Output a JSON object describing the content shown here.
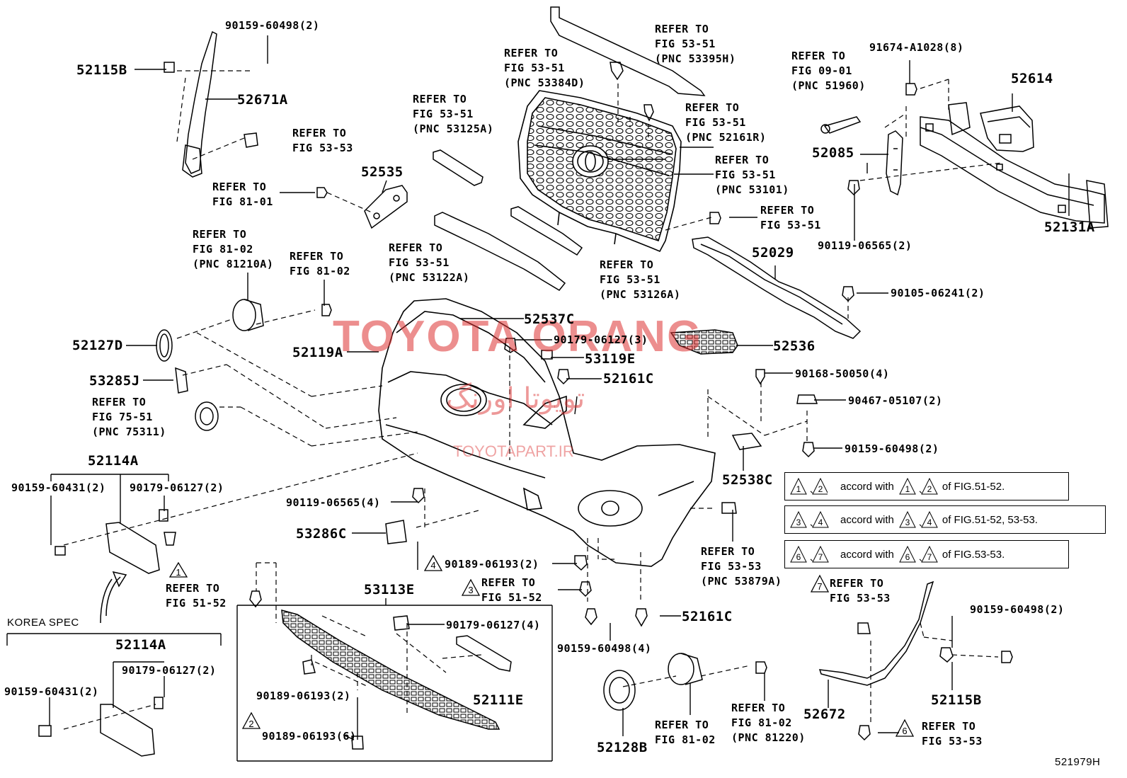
{
  "diagram_id": "521979H",
  "watermark": {
    "brand": "TOYOTA ORANG",
    "persian": "تویوتا اورنگ",
    "site": "TOYOTAPART.IR"
  },
  "labels": {
    "p_90159_60498_2_top": "90159-60498(2)",
    "p_52115B_top": "52115B",
    "p_52671A": "52671A",
    "ref_53_53_a": "REFER TO\nFIG 53-53",
    "p_52535": "52535",
    "ref_81_01": "REFER TO\nFIG 81-01",
    "ref_53395H": "REFER TO\nFIG 53-51\n(PNC 53395H)",
    "ref_53384D": "REFER TO\nFIG 53-51\n(PNC 53384D)",
    "ref_52161R": "REFER TO\nFIG 53-51\n(PNC 52161R)",
    "ref_53125A": "REFER TO\nFIG 53-51\n(PNC 53125A)",
    "ref_53101": "REFER TO\nFIG 53-51\n(PNC 53101)",
    "ref_53_51_b": "REFER TO\nFIG 53-51",
    "ref_53122A": "REFER TO\nFIG 53-51\n(PNC 53122A)",
    "ref_53126A": "REFER TO\nFIG 53-51\n(PNC 53126A)",
    "ref_51960": "REFER TO\nFIG 09-01\n(PNC 51960)",
    "p_91674": "91674-A1028(8)",
    "p_52614": "52614",
    "p_52085": "52085",
    "p_52131A": "52131A",
    "p_90119_06565_2": "90119-06565(2)",
    "p_52029": "52029",
    "p_90105": "90105-06241(2)",
    "ref_81210A": "REFER TO\nFIG 81-02\n(PNC 81210A)",
    "ref_81_02_a": "REFER TO\nFIG 81-02",
    "p_52127D": "52127D",
    "p_52537C": "52537C",
    "p_52119A": "52119A",
    "p_90179_06127_3": "90179-06127(3)",
    "p_53119E": "53119E",
    "p_52161C_a": "52161C",
    "p_52536": "52536",
    "p_53285J": "53285J",
    "ref_75311": "REFER TO\nFIG 75-51\n(PNC 75311)",
    "p_90168": "90168-50050(4)",
    "p_90467": "90467-05107(2)",
    "p_90159_60498_2_mid": "90159-60498(2)",
    "p_52538C": "52538C",
    "p_52114A_a": "52114A",
    "p_90159_60431_a": "90159-60431(2)",
    "p_90179_06127_2_a": "90179-06127(2)",
    "p_90119_06565_4": "90119-06565(4)",
    "p_53286C": "53286C",
    "ref_53879A": "REFER TO\nFIG 53-53\n(PNC 53879A)",
    "p_90189_06193_2_a": "90189-06193(2)",
    "ref_51_52_a": "REFER TO\nFIG 51-52",
    "ref_51_52_b": "REFER TO\nFIG 51-52",
    "p_53113E": "53113E",
    "p_90179_06127_4": "90179-06127(4)",
    "p_52161C_b": "52161C",
    "p_90159_60498_4": "90159-60498(4)",
    "ref_53_53_b": "REFER TO\nFIG 53-53",
    "p_90159_60498_2_right": "90159-60498(2)",
    "korea_spec": "KOREA SPEC",
    "p_52114A_b": "52114A",
    "p_90179_06127_2_b": "90179-06127(2)",
    "p_90159_60431_b": "90159-60431(2)",
    "p_90189_06193_2_b": "90189-06193(2)",
    "p_52111E": "52111E",
    "p_90189_06193_6": "90189-06193(6)",
    "ref_81_02_b": "REFER TO\nFIG 81-02",
    "ref_81220": "REFER TO\nFIG 81-02\n(PNC 81220)",
    "p_52128B": "52128B",
    "p_52672": "52672",
    "p_52115B_bottom": "52115B",
    "ref_53_53_c": "REFER TO\nFIG 53-53"
  },
  "triangle_marks": [
    "1",
    "2",
    "3",
    "4",
    "6",
    "7"
  ],
  "legend": [
    {
      "a": "1",
      "b": "2",
      "text": "accord with",
      "suffix": "of FIG.51-52."
    },
    {
      "a": "3",
      "b": "4",
      "text": "accord with",
      "suffix": "of FIG.51-52, 53-53."
    },
    {
      "a": "6",
      "b": "7",
      "text": "accord with",
      "suffix": "of FIG.53-53."
    }
  ]
}
